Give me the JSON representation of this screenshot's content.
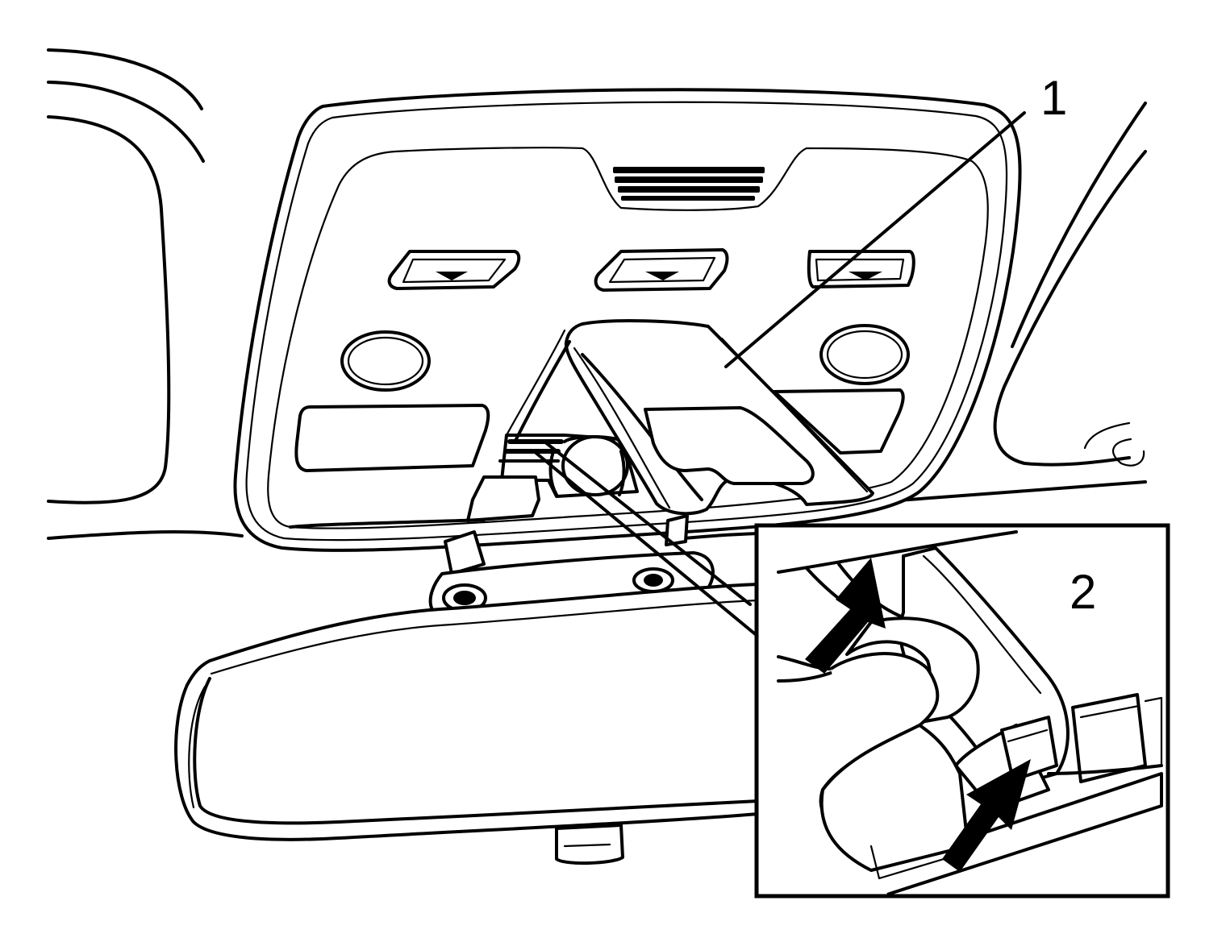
{
  "callouts": [
    {
      "label": "1",
      "target": "tool-wedge"
    },
    {
      "label": "2",
      "target": "clip-retainer"
    }
  ],
  "colors": {
    "line": "#000000",
    "background": "#ffffff"
  }
}
